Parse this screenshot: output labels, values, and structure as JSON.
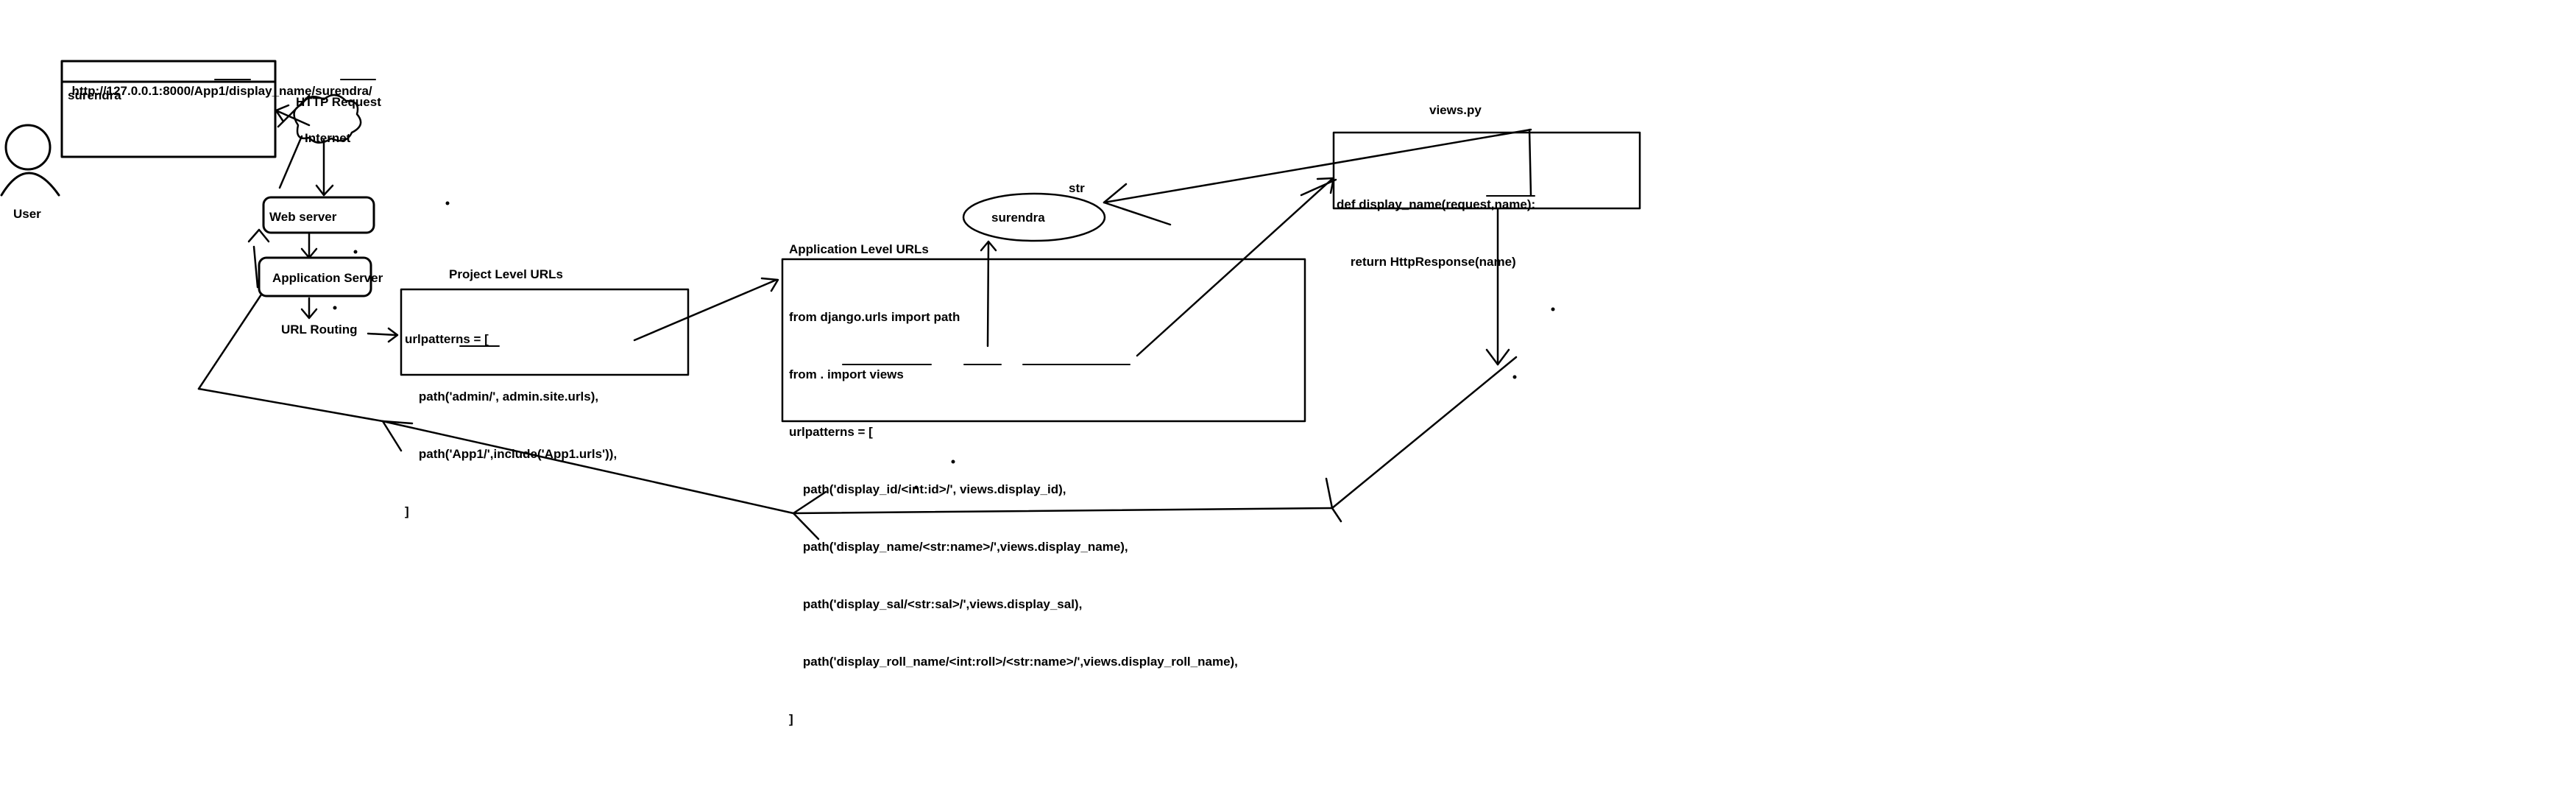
{
  "user_label": "User",
  "browser": {
    "url_parts": [
      "http://127.0.0.1:8000/",
      "App1",
      "/",
      "display_name",
      "/surendra/"
    ],
    "content": "surendra"
  },
  "http_request_label": "HTTP Request",
  "internet_label": "Internet",
  "web_server_label": "Web server",
  "app_server_label": "Application Server",
  "url_routing_label": "URL Routing",
  "project_urls": {
    "title": "Project Level URLs",
    "lines": [
      "urlpatterns = [",
      "    path('admin/', admin.site.urls),",
      "    path('App1/',include('App1.urls')),",
      "]"
    ]
  },
  "app_urls": {
    "title": "Application Level URLs",
    "lines": [
      "from django.urls import path",
      "from . import views",
      "urlpatterns = [",
      "    path('display_id/<int:id>/', views.display_id),",
      "    path('display_name/<str:name>/',views.display_name),",
      "    path('display_sal/<str:sal>/',views.display_sal),",
      "    path('display_roll_name/<int:roll>/<str:name>/',views.display_roll_name),",
      "]"
    ]
  },
  "str_label": "str",
  "surendra_value": "surendra",
  "views": {
    "title": "views.py",
    "lines": [
      "def display_name(request,name):",
      "    return HttpResponse(name)"
    ]
  }
}
